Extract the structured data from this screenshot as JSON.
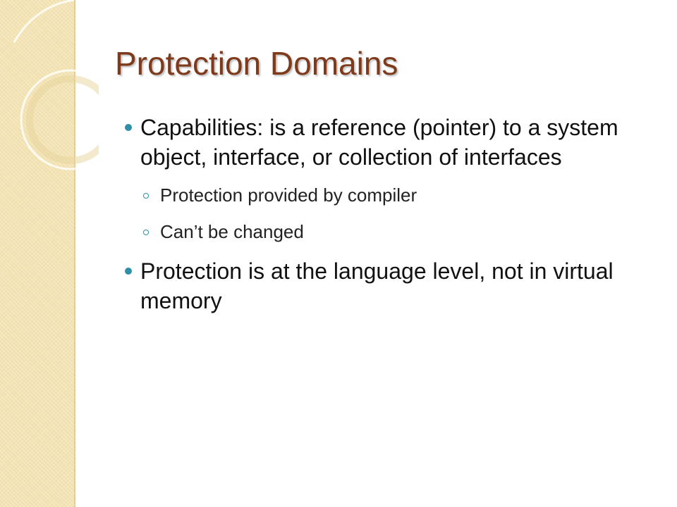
{
  "slide": {
    "title": "Protection Domains",
    "bullets": [
      {
        "text": "Capabilities: is a reference (pointer) to a system object, interface, or collection of interfaces",
        "sub_bullets": [
          "Protection provided by compiler",
          "Can’t be changed"
        ]
      },
      {
        "text": "Protection is at the language level, not in virtual memory"
      }
    ]
  },
  "colors": {
    "title": "#7f3a1c",
    "bullet": "#2f8fa8",
    "side_band": "#f3e3b3"
  }
}
